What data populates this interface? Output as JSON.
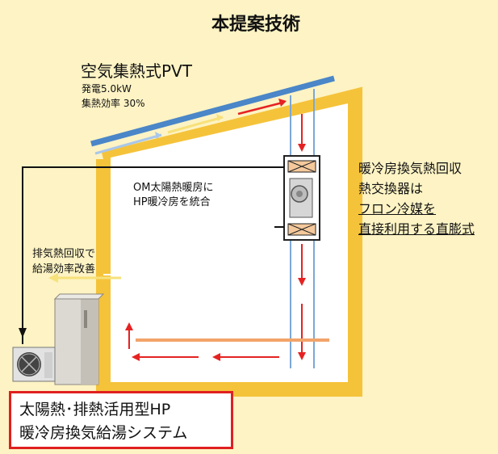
{
  "title": "本提案技術",
  "pvt": {
    "label": "空気集熱式PVT",
    "power": "発電5.0kW",
    "efficiency": "集熱効率 30%"
  },
  "om_note": [
    "OM太陽熱暖房に",
    "HP暖冷房を統合"
  ],
  "exhaust_note": [
    "排気熱回収で",
    "給湯効率改善"
  ],
  "hx_note": {
    "line1": "暖冷房換気熱回収",
    "line2": "熱交換器は",
    "line3": "フロン冷媒を",
    "line4": "直接利用する直膨式"
  },
  "system_name": [
    "太陽熱･排熱活用型HP",
    "暖冷房換気給湯システム"
  ],
  "colors": {
    "background": "#fdf3c4",
    "house_wall": "#f5c33a",
    "roof_panel": "#4a86c8",
    "duct": "#7ba7d6",
    "arrow": "#e52222",
    "warm_arrow": "#f7e17a",
    "floor_pipe": "#f2a36a",
    "system_box_border": "#e02020"
  },
  "icons": [
    "fan-icon",
    "heat-exchanger-icon",
    "outdoor-unit-icon",
    "water-tank-icon"
  ]
}
